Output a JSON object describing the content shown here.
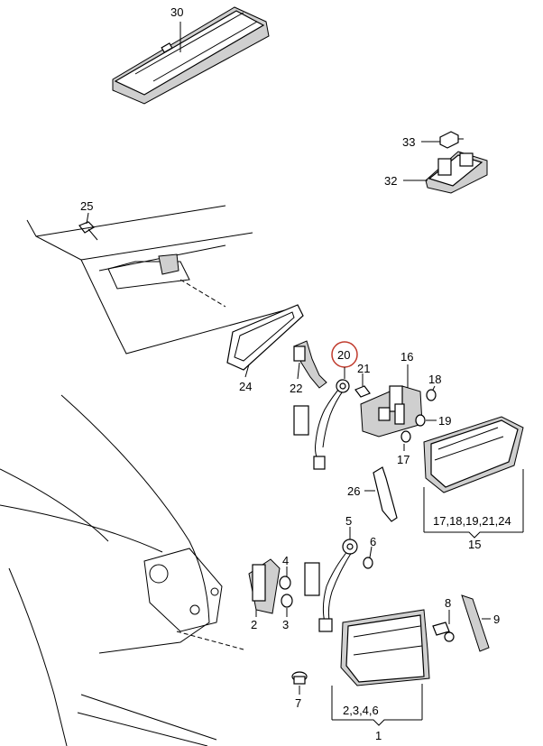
{
  "callouts": {
    "c30": "30",
    "c33": "33",
    "c32": "32",
    "c25": "25",
    "c20": "20",
    "c21": "21",
    "c16": "16",
    "c18": "18",
    "c19": "19",
    "c17": "17",
    "c24": "24",
    "c22": "22",
    "c26": "26",
    "c17_18_19_21_24": "17,18,19,21,24",
    "c15": "15",
    "c5": "5",
    "c6": "6",
    "c4": "4",
    "c2": "2",
    "c3": "3",
    "c8": "8",
    "c9": "9",
    "c7": "7",
    "c2_3_4_6": "2,3,4,6",
    "c1": "1"
  },
  "highlight": {
    "callout": "20",
    "color": "#c0392b"
  }
}
